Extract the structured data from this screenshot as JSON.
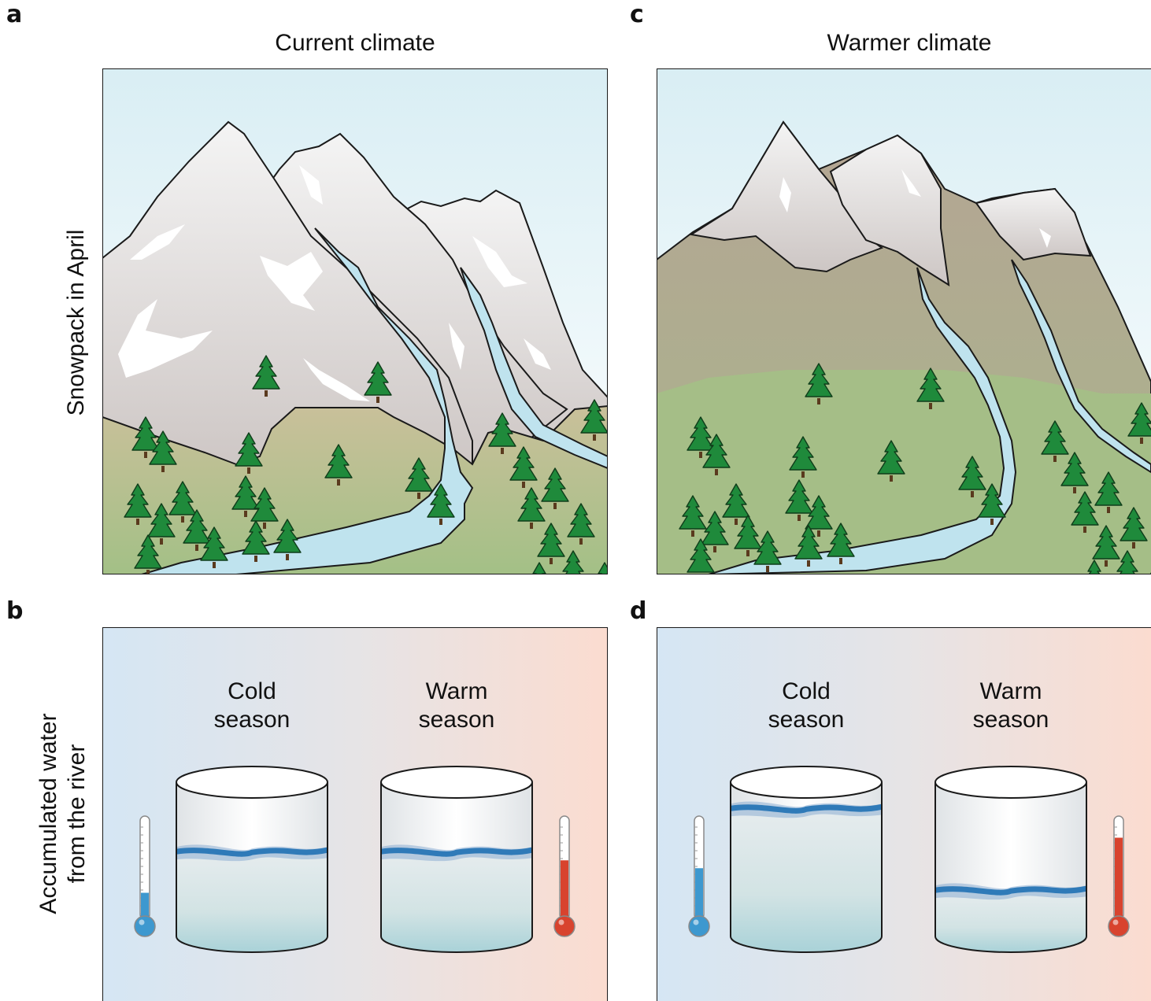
{
  "panels": {
    "a": {
      "letter": "a",
      "title": "Current climate"
    },
    "b": {
      "letter": "b"
    },
    "c": {
      "letter": "c",
      "title": "Warmer climate"
    },
    "d": {
      "letter": "d"
    }
  },
  "row_labels": {
    "top": "Snowpack in April",
    "bottom_line1": "Accumulated water",
    "bottom_line2": "from the river"
  },
  "season_labels": {
    "cold": [
      "Cold",
      "season"
    ],
    "warm": [
      "Warm",
      "season"
    ]
  },
  "levels": {
    "current": {
      "cold_thermometer": 0.22,
      "warm_thermometer": 0.55,
      "cold_tank_fill": 0.55,
      "warm_tank_fill": 0.55
    },
    "warmer": {
      "cold_thermometer": 0.47,
      "warm_thermometer": 0.78,
      "cold_tank_fill": 0.83,
      "warm_tank_fill": 0.3
    }
  },
  "colors": {
    "sky_top": "#d9eef4",
    "snow_mountain": "#e7e5e5",
    "bare_mountain": "#b2a594",
    "meadow": "#a6bf88",
    "river": "#bfe3ee",
    "tree": "#1f8a3b",
    "cold_bg": "#d5e6f4",
    "warm_bg": "#fbdcd0",
    "water_band": "#2f7ab8",
    "cold_thermo": "#3d98cf",
    "warm_thermo": "#d8432e"
  }
}
